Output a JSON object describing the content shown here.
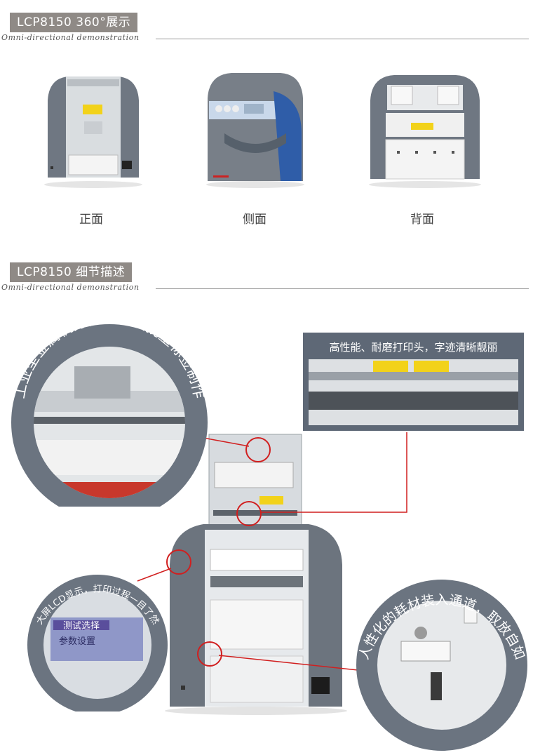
{
  "section1": {
    "title": "LCP8150  360°展示",
    "subtitle": "Omni-directional demonstration",
    "views": [
      {
        "label": "正面"
      },
      {
        "label": "侧面"
      },
      {
        "label": "背面"
      }
    ]
  },
  "section2": {
    "title": "LCP8150  细节描述",
    "subtitle": "Omni-directional demonstration"
  },
  "callouts": {
    "metal_body": "工业型金属机身，适合大批量标签制作",
    "print_head": "高性能、耐磨打印头，字迹清晰靓丽",
    "lcd": "大屏LCD显示，打印过程一目了然",
    "lcd_screen_line1": "测试选择",
    "lcd_screen_line2": "参数设置",
    "consumables": "人性化的耗材装入通道，取放自如"
  },
  "colors": {
    "header_bg": "#8f8a86",
    "callout_bg": "#5e6876",
    "circle_ring": "#6b7480",
    "pointer_red": "#d11f1f",
    "printer_body": "#6e7680"
  }
}
